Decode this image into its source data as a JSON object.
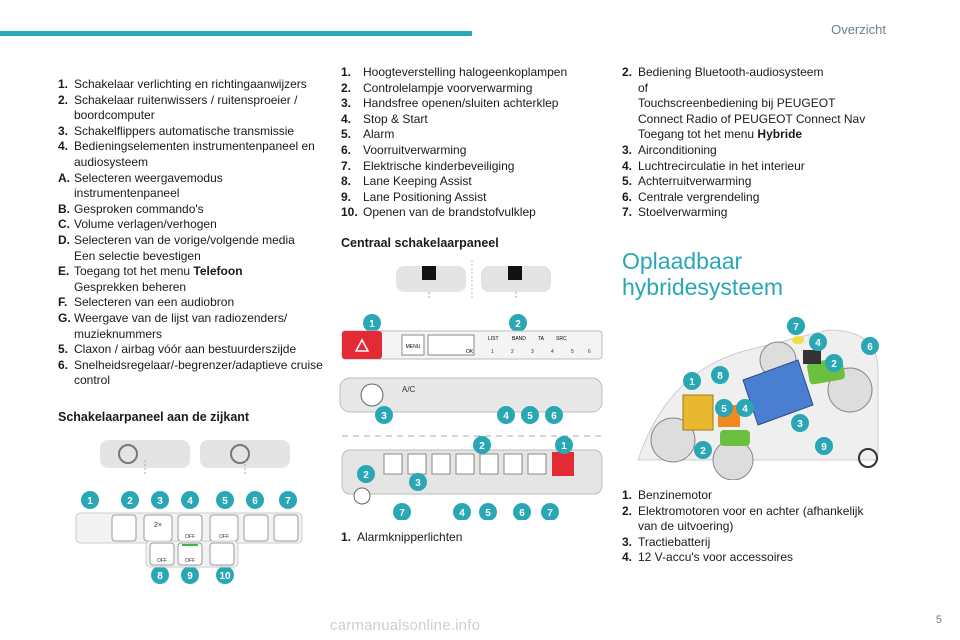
{
  "header": {
    "section": "Overzicht",
    "accent_color": "#2aa7b4"
  },
  "col1": {
    "items": [
      {
        "num": "1.",
        "text": "Schakelaar verlichting en richtingaanwijzers"
      },
      {
        "num": "2.",
        "text": "Schakelaar ruitenwissers / ruitensproeier / boordcomputer"
      },
      {
        "num": "3.",
        "text": "Schakelflippers automatische transmissie"
      },
      {
        "num": "4.",
        "text": "Bedieningselementen instrumentenpaneel en audiosysteem"
      },
      {
        "num": "A.",
        "text": "Selecteren weergavemodus instrumentenpaneel"
      },
      {
        "num": "B.",
        "text": "Gesproken commando's"
      },
      {
        "num": "C.",
        "text": "Volume verlagen/verhogen"
      },
      {
        "num": "D.",
        "text": "Selecteren van de vorige/volgende media",
        "sub": "Een selectie bevestigen"
      },
      {
        "num": "E.",
        "text": "Toegang tot het menu ",
        "bold": "Telefoon",
        "sub": "Gesprekken beheren"
      },
      {
        "num": "F.",
        "text": "Selecteren van een audiobron"
      },
      {
        "num": "G.",
        "text": "Weergave van de lijst van radiozenders/ muzieknummers"
      },
      {
        "num": "5.",
        "text": "Claxon / airbag vóór aan bestuurderszijde"
      },
      {
        "num": "6.",
        "text": "Snelheidsregelaar/-begrenzer/adaptieve cruise control"
      }
    ],
    "heading": "Schakelaarpaneel aan de zijkant",
    "figure_badges_top": [
      "1",
      "2",
      "3",
      "4",
      "5",
      "6",
      "7"
    ],
    "figure_badges_bottom": [
      "8",
      "9",
      "10"
    ],
    "figure_labels": [
      "2×",
      "OFF",
      "OFF",
      "OFF",
      "OFF"
    ]
  },
  "col2": {
    "items": [
      {
        "num": "1.",
        "text": "Hoogteverstelling halogeenkoplampen"
      },
      {
        "num": "2.",
        "text": "Controlelampje voorverwarming"
      },
      {
        "num": "3.",
        "text": "Handsfree openen/sluiten achterklep"
      },
      {
        "num": "4.",
        "text": "Stop & Start"
      },
      {
        "num": "5.",
        "text": "Alarm"
      },
      {
        "num": "6.",
        "text": "Voorruitverwarming"
      },
      {
        "num": "7.",
        "text": "Elektrische kinderbeveiliging"
      },
      {
        "num": "8.",
        "text": "Lane Keeping Assist"
      },
      {
        "num": "9.",
        "text": "Lane Positioning Assist"
      },
      {
        "num": "10.",
        "text": "Openen van de brandstofvulklep"
      }
    ],
    "heading": "Centraal schakelaarpaneel",
    "panel_labels": [
      "MENU",
      "LIST",
      "BAND",
      "TA",
      "SRC",
      "OK",
      "A/C"
    ],
    "panel_numbers": [
      "1",
      "2",
      "3",
      "4",
      "5",
      "6"
    ],
    "fig_badges_a": [
      "1",
      "2"
    ],
    "fig_badges_b": [
      "3",
      "4",
      "5",
      "6"
    ],
    "fig_badges_c": [
      "2",
      "1",
      "2",
      "3",
      "7",
      "4",
      "5",
      "6",
      "7"
    ],
    "caption_item": {
      "num": "1.",
      "text": "Alarmknipperlichten"
    }
  },
  "col3": {
    "items": [
      {
        "num": "2.",
        "text": "Bediening Bluetooth-audiosysteem",
        "sub": "of",
        "sub2": "Touchscreenbediening bij PEUGEOT Connect Radio of PEUGEOT Connect Nav",
        "sub3_text": "Toegang tot het menu ",
        "sub3_bold": "Hybride"
      },
      {
        "num": "3.",
        "text": "Airconditioning"
      },
      {
        "num": "4.",
        "text": "Luchtrecirculatie in het interieur"
      },
      {
        "num": "5.",
        "text": "Achterruitverwarming"
      },
      {
        "num": "6.",
        "text": "Centrale vergrendeling"
      },
      {
        "num": "7.",
        "text": "Stoelverwarming"
      }
    ],
    "heading_line1": "Oplaadbaar",
    "heading_line2": "hybridesysteem",
    "figure_badges": [
      "7",
      "4",
      "6",
      "2",
      "8",
      "1",
      "5",
      "4",
      "3",
      "2",
      "9"
    ],
    "list2": [
      {
        "num": "1.",
        "text": "Benzinemotor"
      },
      {
        "num": "2.",
        "text": "Elektromotoren voor en achter (afhankelijk van de uitvoering)"
      },
      {
        "num": "3.",
        "text": "Tractiebatterij"
      },
      {
        "num": "4.",
        "text": "12 V-accu's voor accessoires"
      }
    ]
  },
  "footer": {
    "page": "5",
    "watermark": "carmanualsonline.info"
  }
}
